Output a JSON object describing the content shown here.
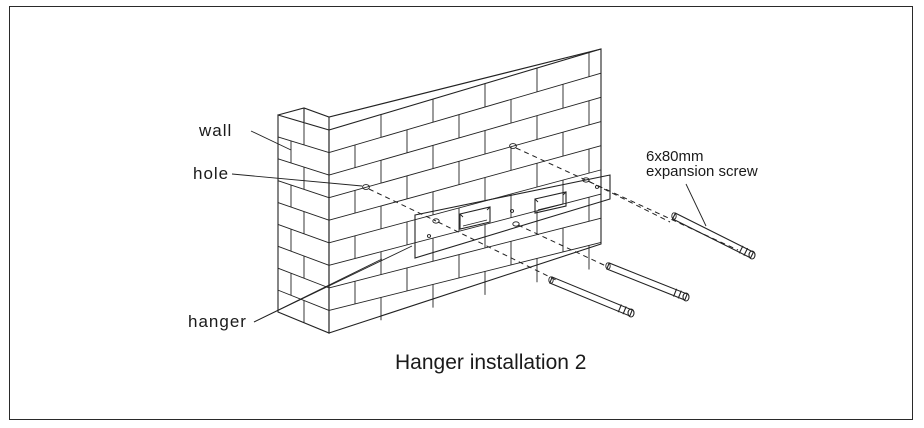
{
  "labels": {
    "wall": "wall",
    "hole": "hole",
    "hanger": "hanger",
    "screw_line1": "6x80mm",
    "screw_line2": "expansion screw"
  },
  "caption": "Hanger installation 2"
}
